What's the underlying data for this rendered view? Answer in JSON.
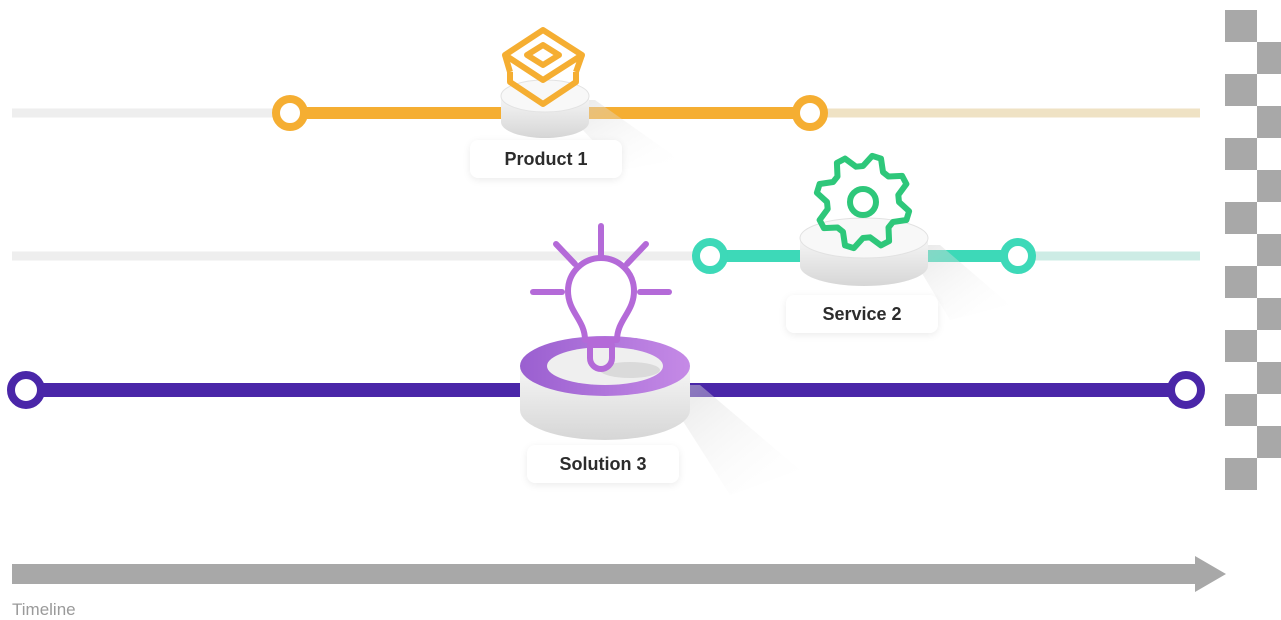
{
  "timeline": {
    "label": "Timeline"
  },
  "tracks": [
    {
      "id": "product",
      "label": "Product 1",
      "icon": "box-icon",
      "color": "#f5ae32",
      "fade_color": "#efe2c4"
    },
    {
      "id": "service",
      "label": "Service 2",
      "icon": "gear-icon",
      "color": "#3dd9b8",
      "fade_color": "#cdece5"
    },
    {
      "id": "solution",
      "label": "Solution 3",
      "icon": "lightbulb-icon",
      "color": "#4a26a8",
      "accent": "#b46ad8"
    }
  ],
  "colors": {
    "base_line": "#eeeeee",
    "arrow": "#a8a8a8",
    "checker": "#a8a8a8"
  }
}
